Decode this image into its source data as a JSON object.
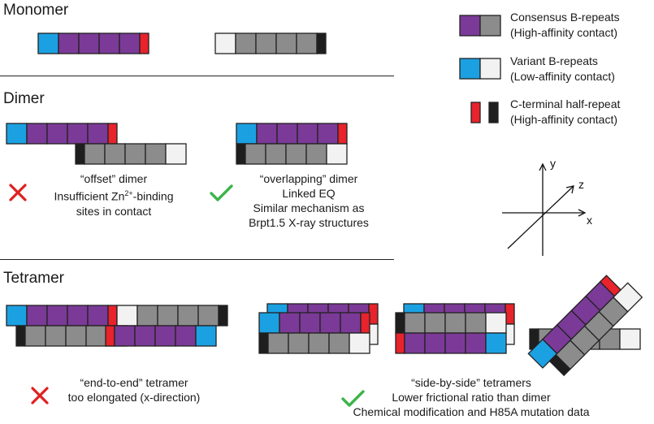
{
  "sections": {
    "monomer": "Monomer",
    "dimer": "Dimer",
    "tetramer": "Tetramer"
  },
  "legend": {
    "consensus_line1": "Consensus B-repeats",
    "consensus_line2": "(High-affinity contact)",
    "variant_line1": "Variant B-repeats",
    "variant_line2": "(Low-affinity contact)",
    "cterm_line1": "C-terminal half-repeat",
    "cterm_line2": "(High-affinity contact)"
  },
  "dimer_captions": {
    "offset_line1": "“offset” dimer",
    "offset_line2_pre": "Insufficient Zn",
    "offset_line2_sup": "2+",
    "offset_line2_post": "-binding",
    "offset_line3": "sites in contact",
    "overlap_line1": "“overlapping” dimer",
    "overlap_line2": "Linked EQ",
    "overlap_line3": "Similar mechanism as",
    "overlap_line4": "Brpt1.5 X-ray structures"
  },
  "tetramer_captions": {
    "end_line1": "“end-to-end” tetramer",
    "end_line2": "too elongated (x-direction)",
    "side_line1": "“side-by-side” tetramers",
    "side_line2": "Lower frictional ratio than dimer",
    "side_line3": "Chemical modification and H85A mutation data"
  },
  "axes": {
    "x": "x",
    "y": "y",
    "z": "z"
  },
  "colors": {
    "purple": "#7b3a97",
    "gray": "#8c8c8c",
    "blue": "#1ba1e2",
    "white": "#f2f2f2",
    "red": "#e8232b",
    "black": "#1e1e1e",
    "cross": "#e02020",
    "check": "#3cb44b"
  },
  "icons": {
    "offset_verdict": "cross-icon",
    "overlap_verdict": "check-icon",
    "end_verdict": "cross-icon",
    "side_verdict": "check-icon"
  }
}
